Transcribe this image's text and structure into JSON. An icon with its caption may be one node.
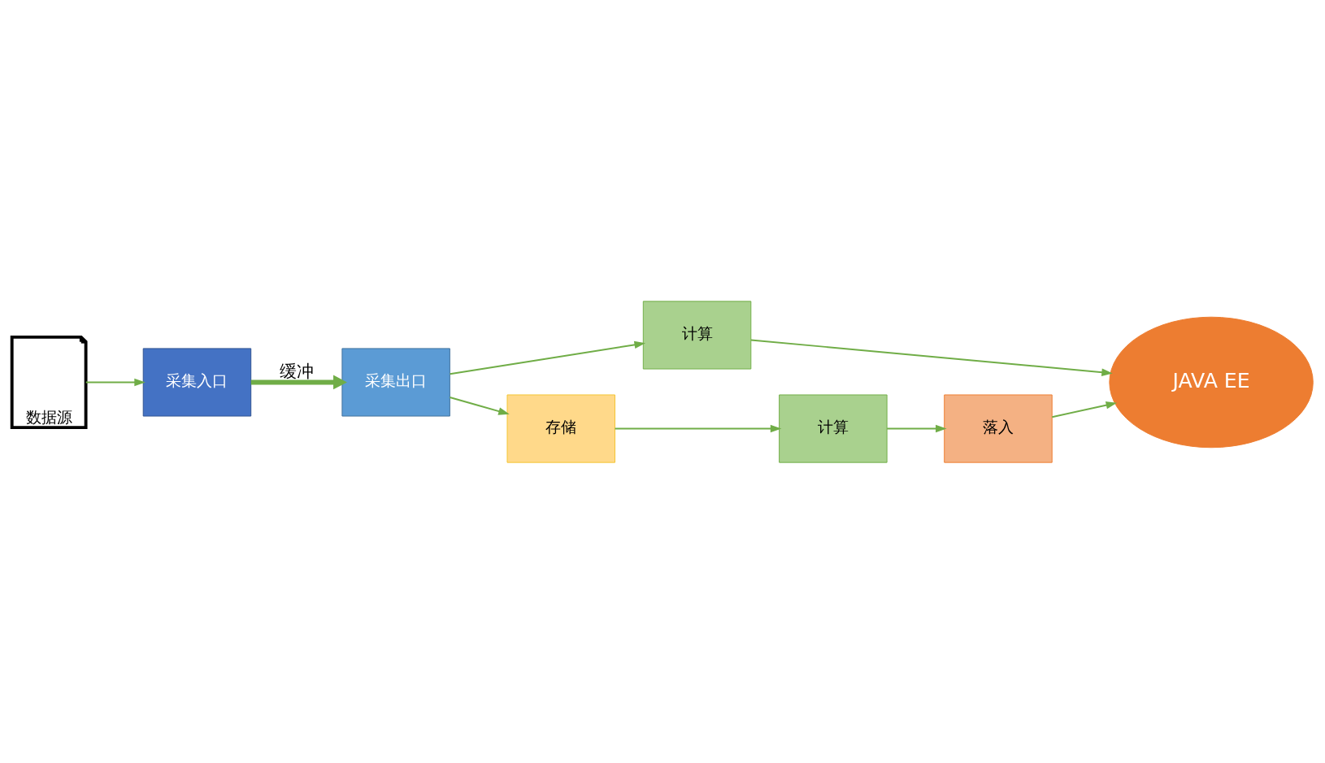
{
  "diagram": {
    "nodes": [
      {
        "text": [
          "数据源"
        ]
      },
      {
        "text": [
          "采集入口"
        ]
      },
      {
        "text": [
          "采集出口"
        ]
      },
      {
        "text": [
          "计算"
        ]
      },
      {
        "text": [
          "存储"
        ]
      },
      {
        "text": [
          "计算"
        ]
      },
      {
        "text": [
          "落入"
        ]
      },
      {
        "text": [
          "JAVA EE"
        ]
      }
    ],
    "edges": [
      {
        "from": 0,
        "to": 1,
        "arrow": "to"
      },
      {
        "from": 1,
        "to": 2,
        "arrow": "to",
        "label": "缓冲",
        "style": "thick"
      },
      {
        "from": 2,
        "to": 3,
        "arrow": "to"
      },
      {
        "from": 2,
        "to": 4,
        "arrow": "to"
      },
      {
        "from": 3,
        "to": 7,
        "arrow": "to"
      },
      {
        "from": 4,
        "to": 5,
        "arrow": "to"
      },
      {
        "from": 5,
        "to": 6,
        "arrow": "to"
      },
      {
        "from": 6,
        "to": 7,
        "arrow": "to"
      }
    ]
  }
}
